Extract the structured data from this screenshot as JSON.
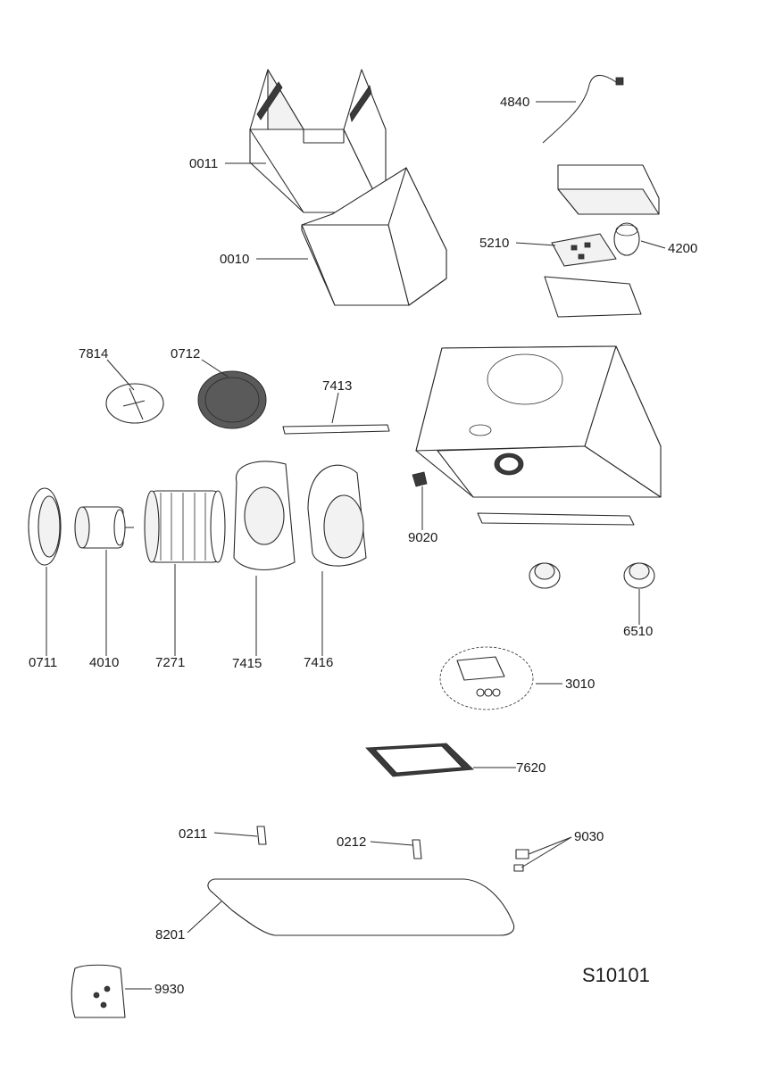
{
  "diagram_code": "S10101",
  "labels": [
    {
      "id": "p0011",
      "text": "0011"
    },
    {
      "id": "p0010",
      "text": "0010"
    },
    {
      "id": "p4840",
      "text": "4840"
    },
    {
      "id": "p5210",
      "text": "5210"
    },
    {
      "id": "p4200",
      "text": "4200"
    },
    {
      "id": "p7814",
      "text": "7814"
    },
    {
      "id": "p0712",
      "text": "0712"
    },
    {
      "id": "p7413",
      "text": "7413"
    },
    {
      "id": "p9020",
      "text": "9020"
    },
    {
      "id": "p6510",
      "text": "6510"
    },
    {
      "id": "p0711",
      "text": "0711"
    },
    {
      "id": "p4010",
      "text": "4010"
    },
    {
      "id": "p7271",
      "text": "7271"
    },
    {
      "id": "p7415",
      "text": "7415"
    },
    {
      "id": "p7416",
      "text": "7416"
    },
    {
      "id": "p3010",
      "text": "3010"
    },
    {
      "id": "p7620",
      "text": "7620"
    },
    {
      "id": "p0211",
      "text": "0211"
    },
    {
      "id": "p0212",
      "text": "0212"
    },
    {
      "id": "p9030",
      "text": "9030"
    },
    {
      "id": "p8201",
      "text": "8201"
    },
    {
      "id": "p9930",
      "text": "9930"
    }
  ]
}
